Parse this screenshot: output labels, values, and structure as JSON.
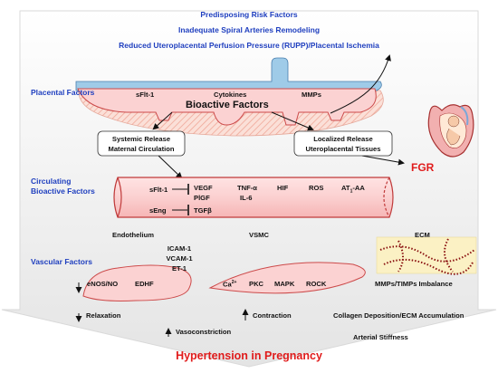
{
  "colors": {
    "blue_text": "#1f3fbf",
    "red_text": "#e01b1b",
    "pink_fill": "#f9c7c7",
    "pink_stroke": "#d04848",
    "placenta_blue": "#9fcbe8",
    "arrow_gray": "#eeeeee"
  },
  "header": {
    "line1": "Predisposing Risk Factors",
    "line2": "Inadequate Spiral Arteries Remodeling",
    "line3": "Reduced Uteroplacental Perfusion Pressure (RUPP)/Placental Ischemia"
  },
  "placental": {
    "section_label": "Placental Factors",
    "sflt1": "sFlt-1",
    "cytokines": "Cytokines",
    "mmps": "MMPs",
    "bioactive": "Bioactive Factors"
  },
  "release": {
    "systemic_line1": "Systemic Release",
    "systemic_line2": "Maternal Circulation",
    "localized_line1": "Localized Release",
    "localized_line2": "Uteroplacental Tissues"
  },
  "fgr": "FGR",
  "circulating": {
    "section_line1": "Circulating",
    "section_line2": "Bioactive Factors",
    "sflt1": "sFlt-1",
    "vegf": "VEGF",
    "pigf": "PlGF",
    "tnf": "TNF-α",
    "il6": "IL-6",
    "hif": "HIF",
    "ros": "ROS",
    "at1aa": "AT",
    "at1_sub": "1",
    "at1_suffix": "-AA",
    "seng": "sEng",
    "tgfb": "TGFβ"
  },
  "columns": {
    "endothelium": "Endothelium",
    "vsmc": "VSMC",
    "ecm": "ECM"
  },
  "vascular": {
    "section_label": "Vascular Factors",
    "icam": "ICAM-1",
    "vcam": "VCAM-1",
    "et1": "ET-1",
    "enos": "eNOS/NO",
    "edhf": "EDHF",
    "ca": "Ca",
    "ca_sup": "2+",
    "pkc": "PKC",
    "mapk": "MAPK",
    "rock": "ROCK",
    "mmps_timps": "MMPs/TIMPs Imbalance"
  },
  "outcomes": {
    "relaxation": "Relaxation",
    "vasoconstriction": "Vasoconstriction",
    "contraction": "Contraction",
    "collagen": "Collagen Deposition/ECM Accumulation",
    "stiffness": "Arterial Stiffness"
  },
  "footer": "Hypertension in Pregnancy"
}
